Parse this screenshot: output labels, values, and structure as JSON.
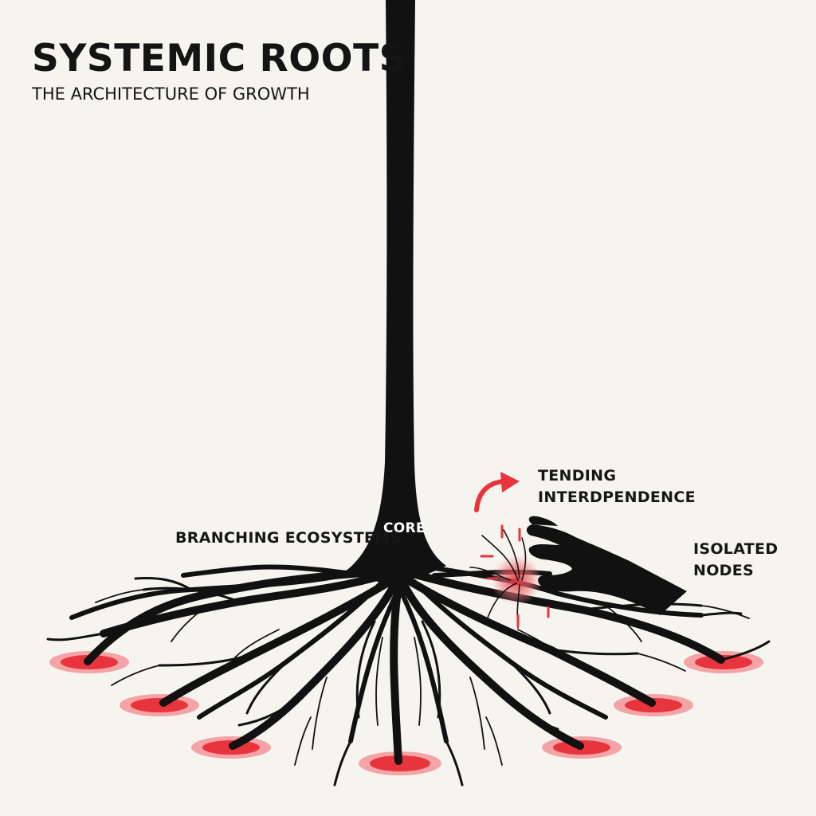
{
  "title": "SYSTEMIC ROOTS",
  "subtitle": "THE ARCHITECTURE OF GROWTH",
  "labels": {
    "core": "CORE",
    "branching": "BRANCHING ECOSYSTEMS",
    "tending_line1": "TENDING",
    "tending_line2": "INTERDPENDENCE",
    "isolated_line1": "ISOLATED",
    "isolated_line2": "NODES"
  },
  "colors": {
    "background": "#f6f4ee",
    "ink": "#111111",
    "accent_red": "#e8343c",
    "halo_pink": "#f4a3a6"
  },
  "icons": [
    "curved-arrow-icon",
    "hand-icon",
    "focus-brackets-icon"
  ]
}
